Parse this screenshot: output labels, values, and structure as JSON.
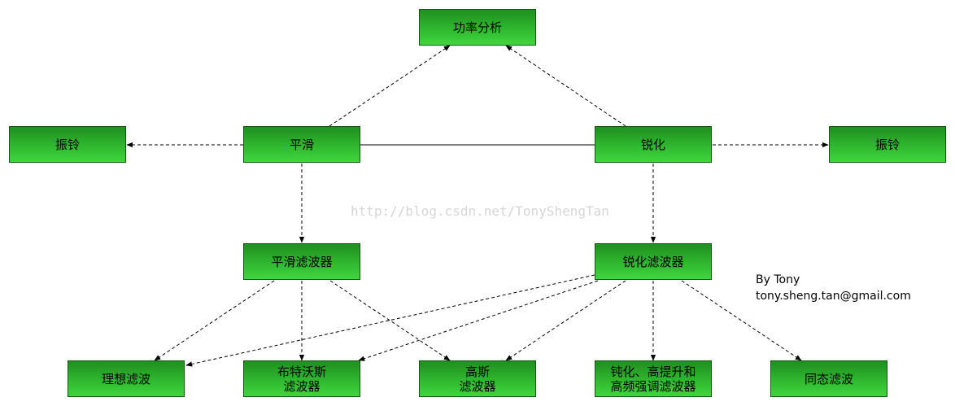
{
  "nodes": {
    "power": "功率分析",
    "ringing_left": "振铃",
    "smooth": "平滑",
    "sharpen": "锐化",
    "ringing_right": "振铃",
    "smooth_filter": "平滑滤波器",
    "sharpen_filter": "锐化滤波器",
    "ideal": "理想滤波",
    "butterworth": "布特沃斯\n滤波器",
    "gaussian": "高斯\n滤波器",
    "passivation": "钝化、高提升和\n高频强调滤波器",
    "homomorphic": "同态滤波"
  },
  "watermark": "http://blog.csdn.net/TonyShengTan",
  "author": {
    "by": "By Tony",
    "email": "tony.sheng.tan@gmail.com"
  },
  "colors": {
    "node_fill_top": "#1f8f1f",
    "node_fill_bottom": "#3fd63f",
    "edge": "#000000",
    "watermark": "#d6d6d6"
  }
}
